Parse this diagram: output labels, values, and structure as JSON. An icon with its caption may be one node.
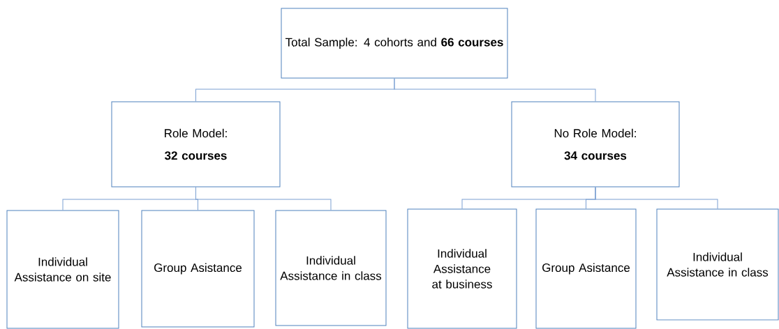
{
  "diagram": {
    "nodes": [
      {
        "text": [
          "Total Sample: 4 cohorts and **66 courses**"
        ]
      },
      {
        "text": [
          "Role Model:",
          "32 courses"
        ]
      },
      {
        "text": [
          "No Role Model:",
          "34 courses"
        ]
      },
      {
        "text": [
          "Individual Assistance on site"
        ]
      },
      {
        "text": [
          "Group Asistance"
        ]
      },
      {
        "text": [
          "Individual Assistance in class"
        ]
      },
      {
        "text": [
          "Individual Assistance at business"
        ]
      },
      {
        "text": [
          "Group Asistance"
        ]
      },
      {
        "text": [
          "Individual Assistance in class"
        ]
      }
    ],
    "edges": [
      {
        "from": 0,
        "to": 1,
        "arrow": "none"
      },
      {
        "from": 0,
        "to": 2,
        "arrow": "none"
      },
      {
        "from": 1,
        "to": 3,
        "arrow": "none"
      },
      {
        "from": 1,
        "to": 4,
        "arrow": "none"
      },
      {
        "from": 1,
        "to": 5,
        "arrow": "none"
      },
      {
        "from": 2,
        "to": 6,
        "arrow": "none"
      },
      {
        "from": 2,
        "to": 7,
        "arrow": "none"
      },
      {
        "from": 2,
        "to": 8,
        "arrow": "none"
      }
    ]
  }
}
